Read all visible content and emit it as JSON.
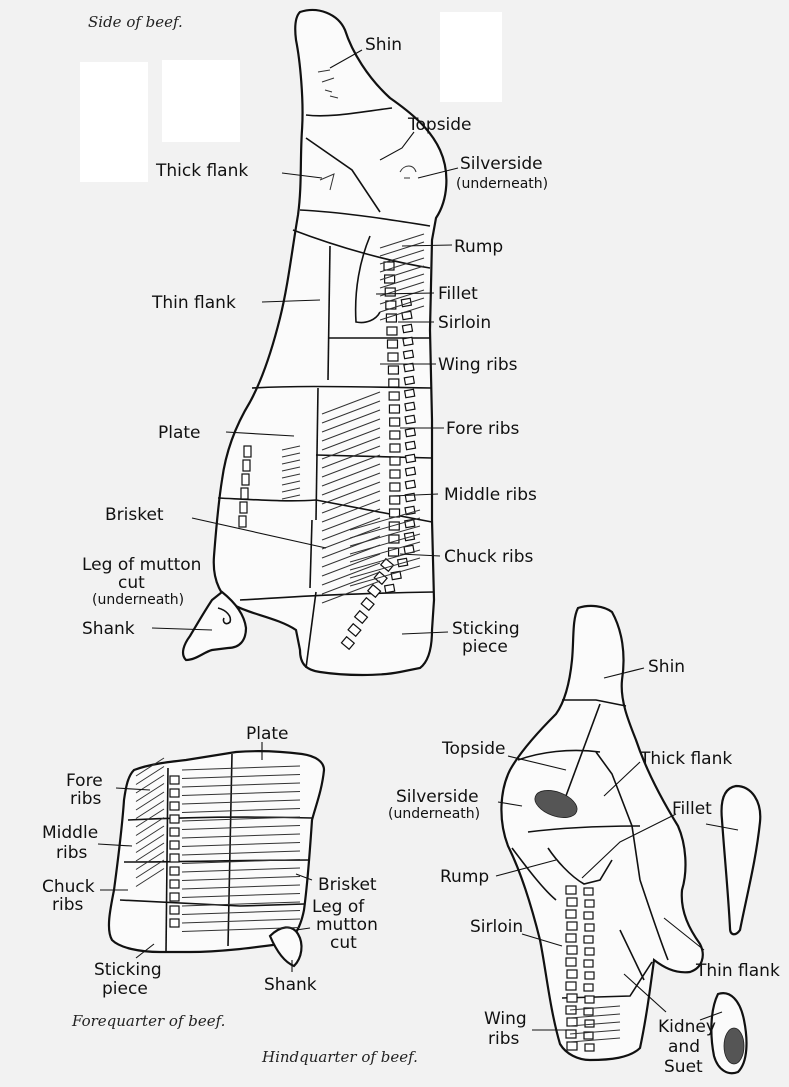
{
  "captions": {
    "side": "Side of beef.",
    "fore": "Forequarter of beef.",
    "hind": "Hindquarter of beef."
  },
  "side_labels": {
    "shin": "Shin",
    "topside": "Topside",
    "thick_flank": "Thick flank",
    "silverside": "Silverside",
    "silverside_note": "(underneath)",
    "rump": "Rump",
    "fillet": "Fillet",
    "thin_flank": "Thin flank",
    "sirloin": "Sirloin",
    "wing_ribs": "Wing ribs",
    "plate": "Plate",
    "fore_ribs": "Fore ribs",
    "middle_ribs": "Middle ribs",
    "brisket": "Brisket",
    "chuck_ribs": "Chuck ribs",
    "leg_of_mutton_1": "Leg of mutton",
    "leg_of_mutton_2": "cut",
    "leg_of_mutton_note": "(underneath)",
    "shank": "Shank",
    "sticking_1": "Sticking",
    "sticking_2": "piece"
  },
  "fore_labels": {
    "plate": "Plate",
    "fore_1": "Fore",
    "fore_2": "ribs",
    "middle_1": "Middle",
    "middle_2": "ribs",
    "chuck_1": "Chuck",
    "chuck_2": "ribs",
    "brisket": "Brisket",
    "leg_1": "Leg of",
    "leg_2": "mutton",
    "leg_3": "cut",
    "sticking_1": "Sticking",
    "sticking_2": "piece",
    "shank": "Shank"
  },
  "hind_labels": {
    "shin": "Shin",
    "topside": "Topside",
    "thick_flank": "Thick flank",
    "silverside": "Silverside",
    "silverside_note": "(underneath)",
    "fillet": "Fillet",
    "rump": "Rump",
    "sirloin": "Sirloin",
    "thin_flank": "Thin flank",
    "wing_1": "Wing",
    "wing_2": "ribs",
    "kidney_1": "Kidney",
    "kidney_2": "and",
    "kidney_3": "Suet"
  }
}
